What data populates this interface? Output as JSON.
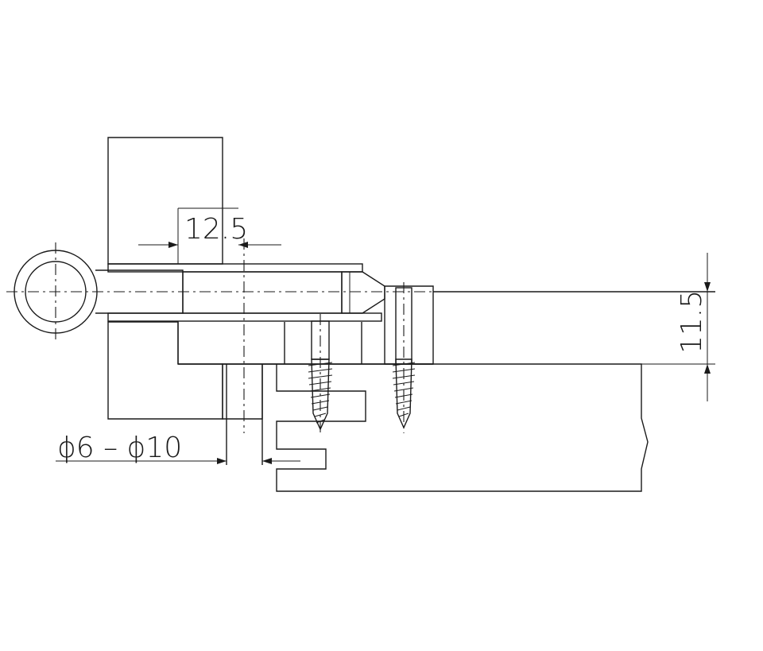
{
  "colors": {
    "line": "#1a1a1a",
    "background": "#ffffff"
  },
  "dimensions": {
    "screw_offset": "12.5",
    "gap_height": "11.5",
    "hole_diameter": "ϕ6 – ϕ10"
  }
}
